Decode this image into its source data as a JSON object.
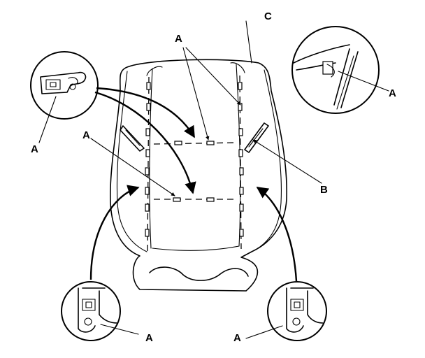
{
  "labels": {
    "a_top": "A",
    "c_top": "C",
    "a_left_mid": "A",
    "a_left_detail": "A",
    "a_right_detail": "A",
    "b_right": "B",
    "a_bottom_left": "A",
    "a_bottom_right": "A"
  }
}
